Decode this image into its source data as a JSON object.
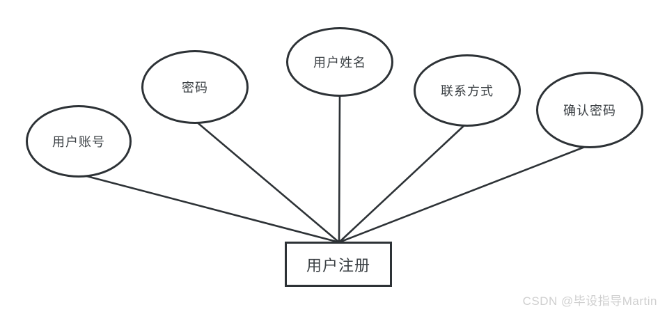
{
  "diagram": {
    "type": "er-attribute-diagram",
    "entity": {
      "label": "用户注册"
    },
    "attributes": [
      {
        "id": "user-account",
        "label": "用户账号"
      },
      {
        "id": "password",
        "label": "密码"
      },
      {
        "id": "user-name",
        "label": "用户姓名"
      },
      {
        "id": "contact",
        "label": "联系方式"
      },
      {
        "id": "confirm-password",
        "label": "确认密码"
      }
    ],
    "connections": [
      {
        "from": "user-account",
        "to": "用户注册"
      },
      {
        "from": "password",
        "to": "用户注册"
      },
      {
        "from": "user-name",
        "to": "用户注册"
      },
      {
        "from": "contact",
        "to": "用户注册"
      },
      {
        "from": "confirm-password",
        "to": "用户注册"
      }
    ],
    "watermark": "CSDN @毕设指导Martin",
    "colors": {
      "stroke": "#2d3236",
      "text": "#3c4145",
      "canvas_background": "#ffffff",
      "watermark": "#cfcfcf"
    }
  }
}
